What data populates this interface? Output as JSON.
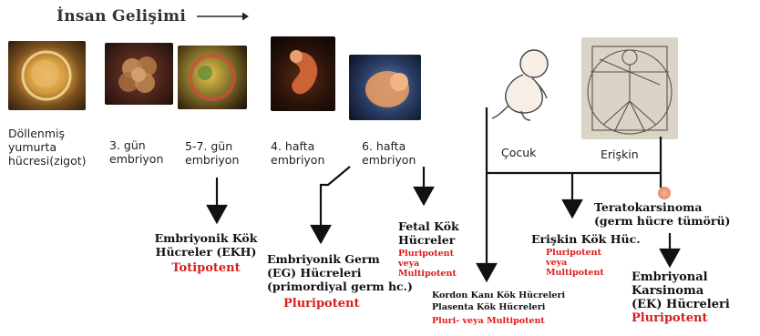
{
  "title": "İnsan Gelişimi",
  "stages": [
    {
      "label_lines": [
        "Döllenmiş",
        "yumurta",
        "hücresi(zigot)"
      ]
    },
    {
      "label_lines": [
        "3. gün",
        "embriyon"
      ]
    },
    {
      "label_lines": [
        "5-7. gün",
        "embriyon"
      ]
    },
    {
      "label_lines": [
        "4. hafta",
        "embriyon"
      ]
    },
    {
      "label_lines": [
        "6. hafta",
        "embriyon"
      ]
    },
    {
      "label_lines": [
        "Çocuk"
      ]
    },
    {
      "label_lines": [
        "Erişkin"
      ]
    }
  ],
  "cells": {
    "ekh": {
      "lines": [
        "Embriyonik Kök",
        "Hücreler (EKH)"
      ],
      "potency": "Totipotent"
    },
    "eg": {
      "lines": [
        "Embriyonik Germ",
        "(EG) Hücreleri",
        "(primordiyal germ hc.)"
      ],
      "potency": "Pluripotent"
    },
    "fetal": {
      "lines": [
        "Fetal Kök",
        "Hücreler"
      ],
      "potency_lines": [
        "Pluripotent",
        "veya",
        "Multipotent"
      ]
    },
    "cord": {
      "lines": [
        "Kordon Kanı Kök Hücreleri",
        "Plasenta Kök Hücreleri"
      ],
      "potency": "Pluri- veya Multipotent"
    },
    "adult": {
      "lines": [
        "Erişkin Kök Hüc."
      ],
      "potency_lines": [
        "Pluripotent",
        "veya",
        "Multipotent"
      ]
    },
    "terato": {
      "lines": [
        "Teratokarsinoma",
        "(germ hücre tümörü)"
      ]
    },
    "ec": {
      "lines": [
        "Embriyonal",
        "Karsinoma",
        "(EK) Hücreleri"
      ],
      "potency": "Pluripotent"
    }
  },
  "icons": [
    "zygote-image",
    "day3-embryo-image",
    "blastocyst-image",
    "week4-embryo-image",
    "week6-embryo-image",
    "child-sketch",
    "vitruvian-man-image",
    "tumor-cell-icon"
  ]
}
